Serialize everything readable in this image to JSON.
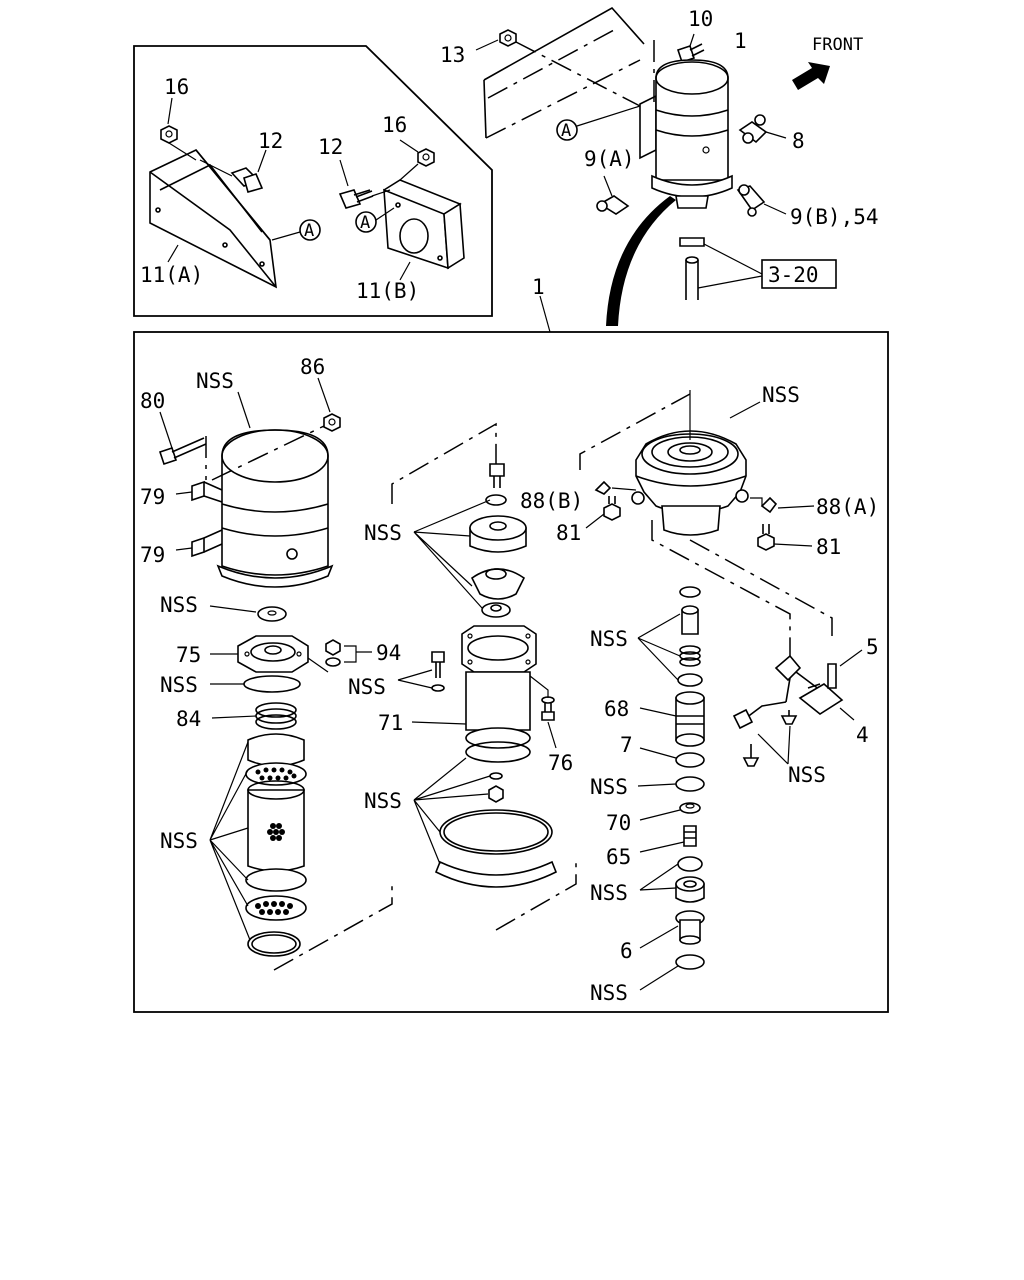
{
  "direction_label": "FRONT",
  "reference_box": "3-20",
  "circle_marker": "A",
  "nss": "NSS",
  "labels": {
    "p1_top": "1",
    "p1_main": "1",
    "p10": "10",
    "p13": "13",
    "p8": "8",
    "p9a": "9(A)",
    "p9b54": "9(B),54",
    "p16a": "16",
    "p16b": "16",
    "p12a": "12",
    "p12b": "12",
    "p11a": "11(A)",
    "p11b": "11(B)",
    "p86": "86",
    "p80": "80",
    "p79a": "79",
    "p79b": "79",
    "p75": "75",
    "p94": "94",
    "p84": "84",
    "p71": "71",
    "p76": "76",
    "p88b": "88(B)",
    "p81a": "81",
    "p88a": "88(A)",
    "p81b": "81",
    "p5": "5",
    "p4": "4",
    "p68": "68",
    "p7": "7",
    "p70": "70",
    "p65": "65",
    "p6": "6"
  }
}
